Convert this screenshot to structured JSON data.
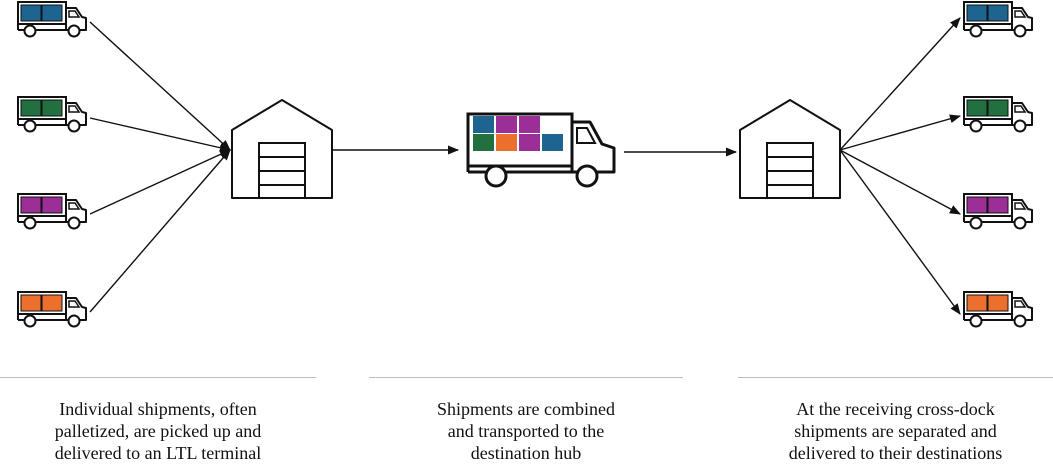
{
  "colors": {
    "blue": "#1e6491",
    "green": "#22703f",
    "purple": "#9b2f97",
    "orange": "#ec702d",
    "stroke": "#111111",
    "rule": "#bdbdbd"
  },
  "icons": {
    "pickup_trucks": [
      "blue",
      "green",
      "purple",
      "orange"
    ],
    "delivery_trucks": [
      "blue",
      "green",
      "purple",
      "orange"
    ],
    "linehaul_cargo_top": [
      "blue",
      "purple",
      "purple"
    ],
    "linehaul_cargo_bottom": [
      "green",
      "orange",
      "purple",
      "blue"
    ]
  },
  "captions": {
    "pickup": [
      "Individual shipments, often",
      "palletized, are picked up and",
      "delivered to an LTL terminal"
    ],
    "linehaul": [
      "Shipments are combined",
      "and transported to the",
      "destination hub"
    ],
    "delivery": [
      "At the receiving cross-dock",
      "shipments are separated and",
      "delivered to their destinations"
    ]
  }
}
